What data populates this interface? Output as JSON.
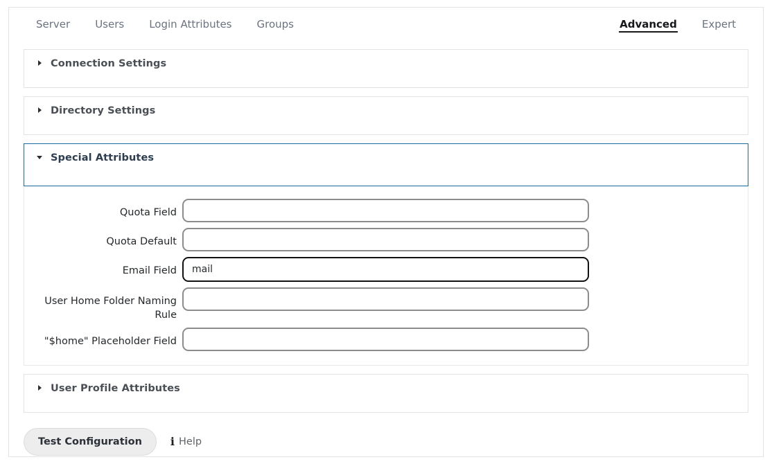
{
  "tabs": {
    "left": [
      {
        "label": "Server",
        "active": false
      },
      {
        "label": "Users",
        "active": false
      },
      {
        "label": "Login Attributes",
        "active": false
      },
      {
        "label": "Groups",
        "active": false
      }
    ],
    "right": [
      {
        "label": "Advanced",
        "active": true
      },
      {
        "label": "Expert",
        "active": false
      }
    ]
  },
  "sections": [
    {
      "title": "Connection Settings",
      "expanded": false,
      "caret": "caret-right-icon"
    },
    {
      "title": "Directory Settings",
      "expanded": false,
      "caret": "caret-right-icon"
    },
    {
      "title": "Special Attributes",
      "expanded": true,
      "caret": "caret-down-icon"
    },
    {
      "title": "User Profile Attributes",
      "expanded": false,
      "caret": "caret-right-icon"
    }
  ],
  "special_attributes": {
    "fields": [
      {
        "label": "Quota Field",
        "value": "",
        "placeholder": "",
        "focused": false
      },
      {
        "label": "Quota Default",
        "value": "",
        "placeholder": "",
        "focused": false
      },
      {
        "label": "Email Field",
        "value": "mail",
        "placeholder": "",
        "focused": true
      },
      {
        "label": "User Home Folder Naming Rule",
        "value": "",
        "placeholder": "",
        "focused": false
      },
      {
        "label": "\"$home\" Placeholder Field",
        "value": "",
        "placeholder": "",
        "focused": false
      }
    ]
  },
  "footer": {
    "test_button_label": "Test Configuration",
    "help_icon": "info-icon",
    "help_label": "Help"
  },
  "colors": {
    "accent_border": "#1a6ba0",
    "card_border": "#e3e3e3",
    "input_border": "#8c8c8c",
    "input_border_focused": "#111111",
    "tab_active": "#16181a",
    "tab_inactive": "#6b7280",
    "button_bg": "#ededed"
  }
}
